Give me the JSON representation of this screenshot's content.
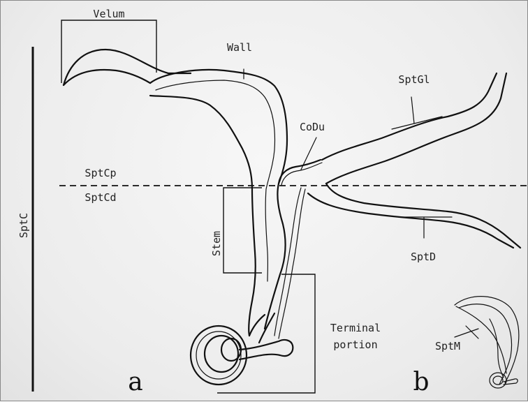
{
  "labels": {
    "velum": "Velum",
    "wall": "Wall",
    "sptgl": "SptGl",
    "codu": "CoDu",
    "sptcp": "SptCp",
    "sptcd": "SptCd",
    "sptc": "SptC",
    "stem": "Stem",
    "sptd": "SptD",
    "terminal_line1": "Terminal",
    "terminal_line2": "portion",
    "sptm": "SptM",
    "panel_a": "a",
    "panel_b": "b"
  }
}
